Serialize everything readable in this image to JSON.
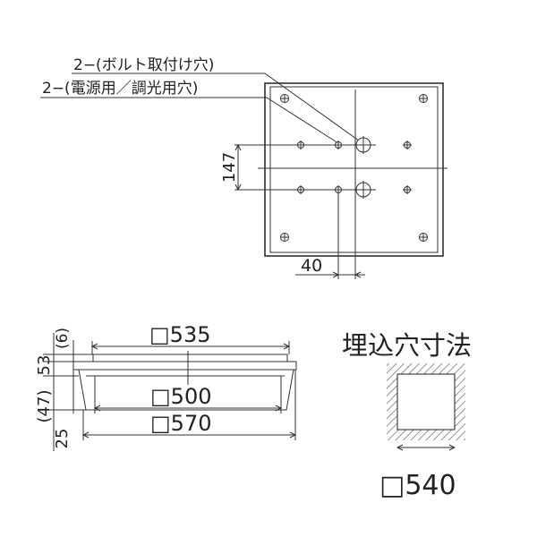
{
  "callouts": {
    "bolt_holes": "2−(ボルト取付け穴)",
    "power_holes": "2−(電源用／調光用穴)"
  },
  "top_view": {
    "dim_147": "147",
    "dim_40": "40"
  },
  "side_view": {
    "dim_535": "□535",
    "dim_500": "□500",
    "dim_570": "□570",
    "dim_6": "(6)",
    "dim_53": "53",
    "dim_47": "(47)",
    "dim_25": "25"
  },
  "cutout": {
    "title": "埋込穴寸法",
    "size": "□540"
  },
  "colors": {
    "line": "#222222",
    "hatch": "#555555",
    "background": "#ffffff"
  }
}
